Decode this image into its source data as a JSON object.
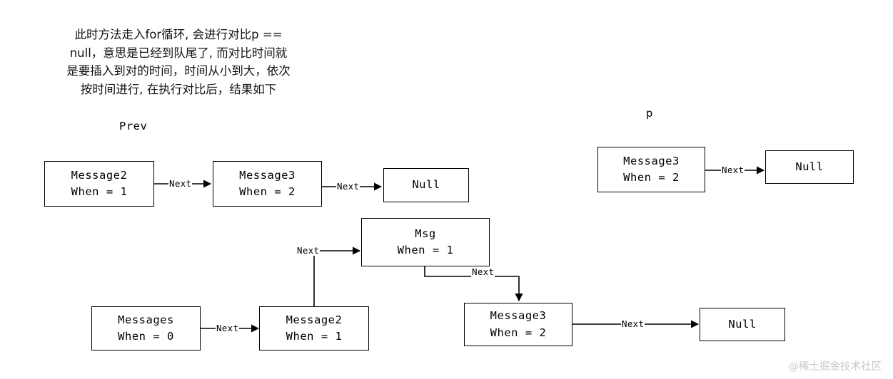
{
  "diagram": {
    "note": "此时方法走入for循环, 会进行对比p ==\nnull，意思是已经到队尾了, 而对比时间就\n是要插入到对的时间，时间从小到大，依次\n按时间进行, 在执行对比后，结果如下",
    "pointer_labels": {
      "prev": "Prev",
      "p": "p"
    },
    "edge_label": "Next",
    "nodes": {
      "top_message2": {
        "line1": "Message2",
        "line2": "When = 1"
      },
      "top_message3": {
        "line1": "Message3",
        "line2": "When = 2"
      },
      "top_null": {
        "line1": "Null",
        "line2": ""
      },
      "p_message3": {
        "line1": "Message3",
        "line2": "When = 2"
      },
      "p_null": {
        "line1": "Null",
        "line2": ""
      },
      "msg_new": {
        "line1": "Msg",
        "line2": "When = 1"
      },
      "bottom_messages": {
        "line1": "Messages",
        "line2": "When = 0"
      },
      "bottom_message2": {
        "line1": "Message2",
        "line2": "When = 1"
      },
      "bottom_message3": {
        "line1": "Message3",
        "line2": "When = 2"
      },
      "bottom_null": {
        "line1": "Null",
        "line2": ""
      }
    },
    "edges": [
      {
        "from": "top_message2",
        "to": "top_message3",
        "label": "Next"
      },
      {
        "from": "top_message3",
        "to": "top_null",
        "label": "Next"
      },
      {
        "from": "p_message3",
        "to": "p_null",
        "label": "Next"
      },
      {
        "from": "bottom_messages",
        "to": "bottom_message2",
        "label": "Next"
      },
      {
        "from": "bottom_message2",
        "to": "msg_new",
        "label": "Next"
      },
      {
        "from": "msg_new",
        "to": "bottom_message3",
        "label": "Next"
      },
      {
        "from": "bottom_message3",
        "to": "bottom_null",
        "label": "Next"
      }
    ],
    "colors": {
      "stroke": "#000000",
      "background": "#ffffff",
      "text": "#000000",
      "watermark": "#c9c9c9"
    },
    "watermark": "@稀土掘金技术社区"
  }
}
